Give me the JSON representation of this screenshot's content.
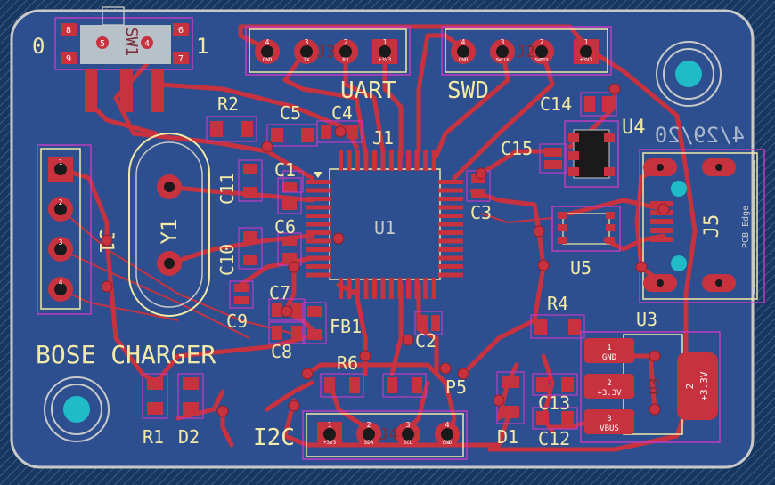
{
  "silk": {
    "board_title": "BOSE CHARGER",
    "date": "4/29/20",
    "sw_pos0": "0",
    "sw_pos1": "1",
    "uart": "UART",
    "swd": "SWD",
    "i2c": "I2C",
    "pcb_edge": "PCB Edge"
  },
  "refs": {
    "u1": "U1",
    "u3": "U3",
    "u4": "U4",
    "u5": "U5",
    "y1": "Y1",
    "j1": "J1",
    "j5": "J5",
    "r1": "R1",
    "r2": "R2",
    "r4": "R4",
    "r6": "R6",
    "c1": "C1",
    "c2": "C2",
    "c3": "C3",
    "c4": "C4",
    "c5": "C5",
    "c6": "C6",
    "c7": "C7",
    "c8": "C8",
    "c9": "C9",
    "c10": "C10",
    "c11": "C11",
    "c12": "C12",
    "c13": "C13",
    "c14": "C14",
    "c15": "C15",
    "d1": "D1",
    "d2": "D2",
    "fb1": "FB1",
    "sw1": "SW1",
    "j_uart": "J3",
    "j_swd": "J2",
    "j_i2c": "J4",
    "jp5": "P5"
  },
  "pads": {
    "uart_pins": [
      "4",
      "3",
      "2",
      "1"
    ],
    "uart_nets": [
      "GND",
      "TX",
      "RX",
      "+3V3"
    ],
    "swd_pins": [
      "4",
      "3",
      "2",
      "1"
    ],
    "swd_nets": [
      "GND",
      "SWCLK",
      "SWDIO",
      "+3V3"
    ],
    "i2c_pins": [
      "1",
      "2",
      "3",
      "4"
    ],
    "i2c_nets": [
      "+3V3",
      "SDA",
      "SCL",
      "GND"
    ],
    "j1_pins": [
      "1",
      "2",
      "3",
      "4"
    ],
    "sw_pins": [
      "8",
      "5",
      "4",
      "6",
      "9",
      "7"
    ],
    "u3_pin_nums": [
      "1",
      "2",
      "3"
    ],
    "u3_pin_nets": [
      "GND",
      "+3.3V",
      "VBUS"
    ],
    "u3_tab_num": "2",
    "u3_tab_net": "+3.3V"
  },
  "colors": {
    "background": "#132f5c",
    "board_fill": "#2d4f8f",
    "copper": "#c8323f",
    "silkscreen": "#f2eaa6",
    "courtyard": "#c23bc2",
    "edge": "#c9c9c9",
    "drill": "#1fbcc8"
  }
}
